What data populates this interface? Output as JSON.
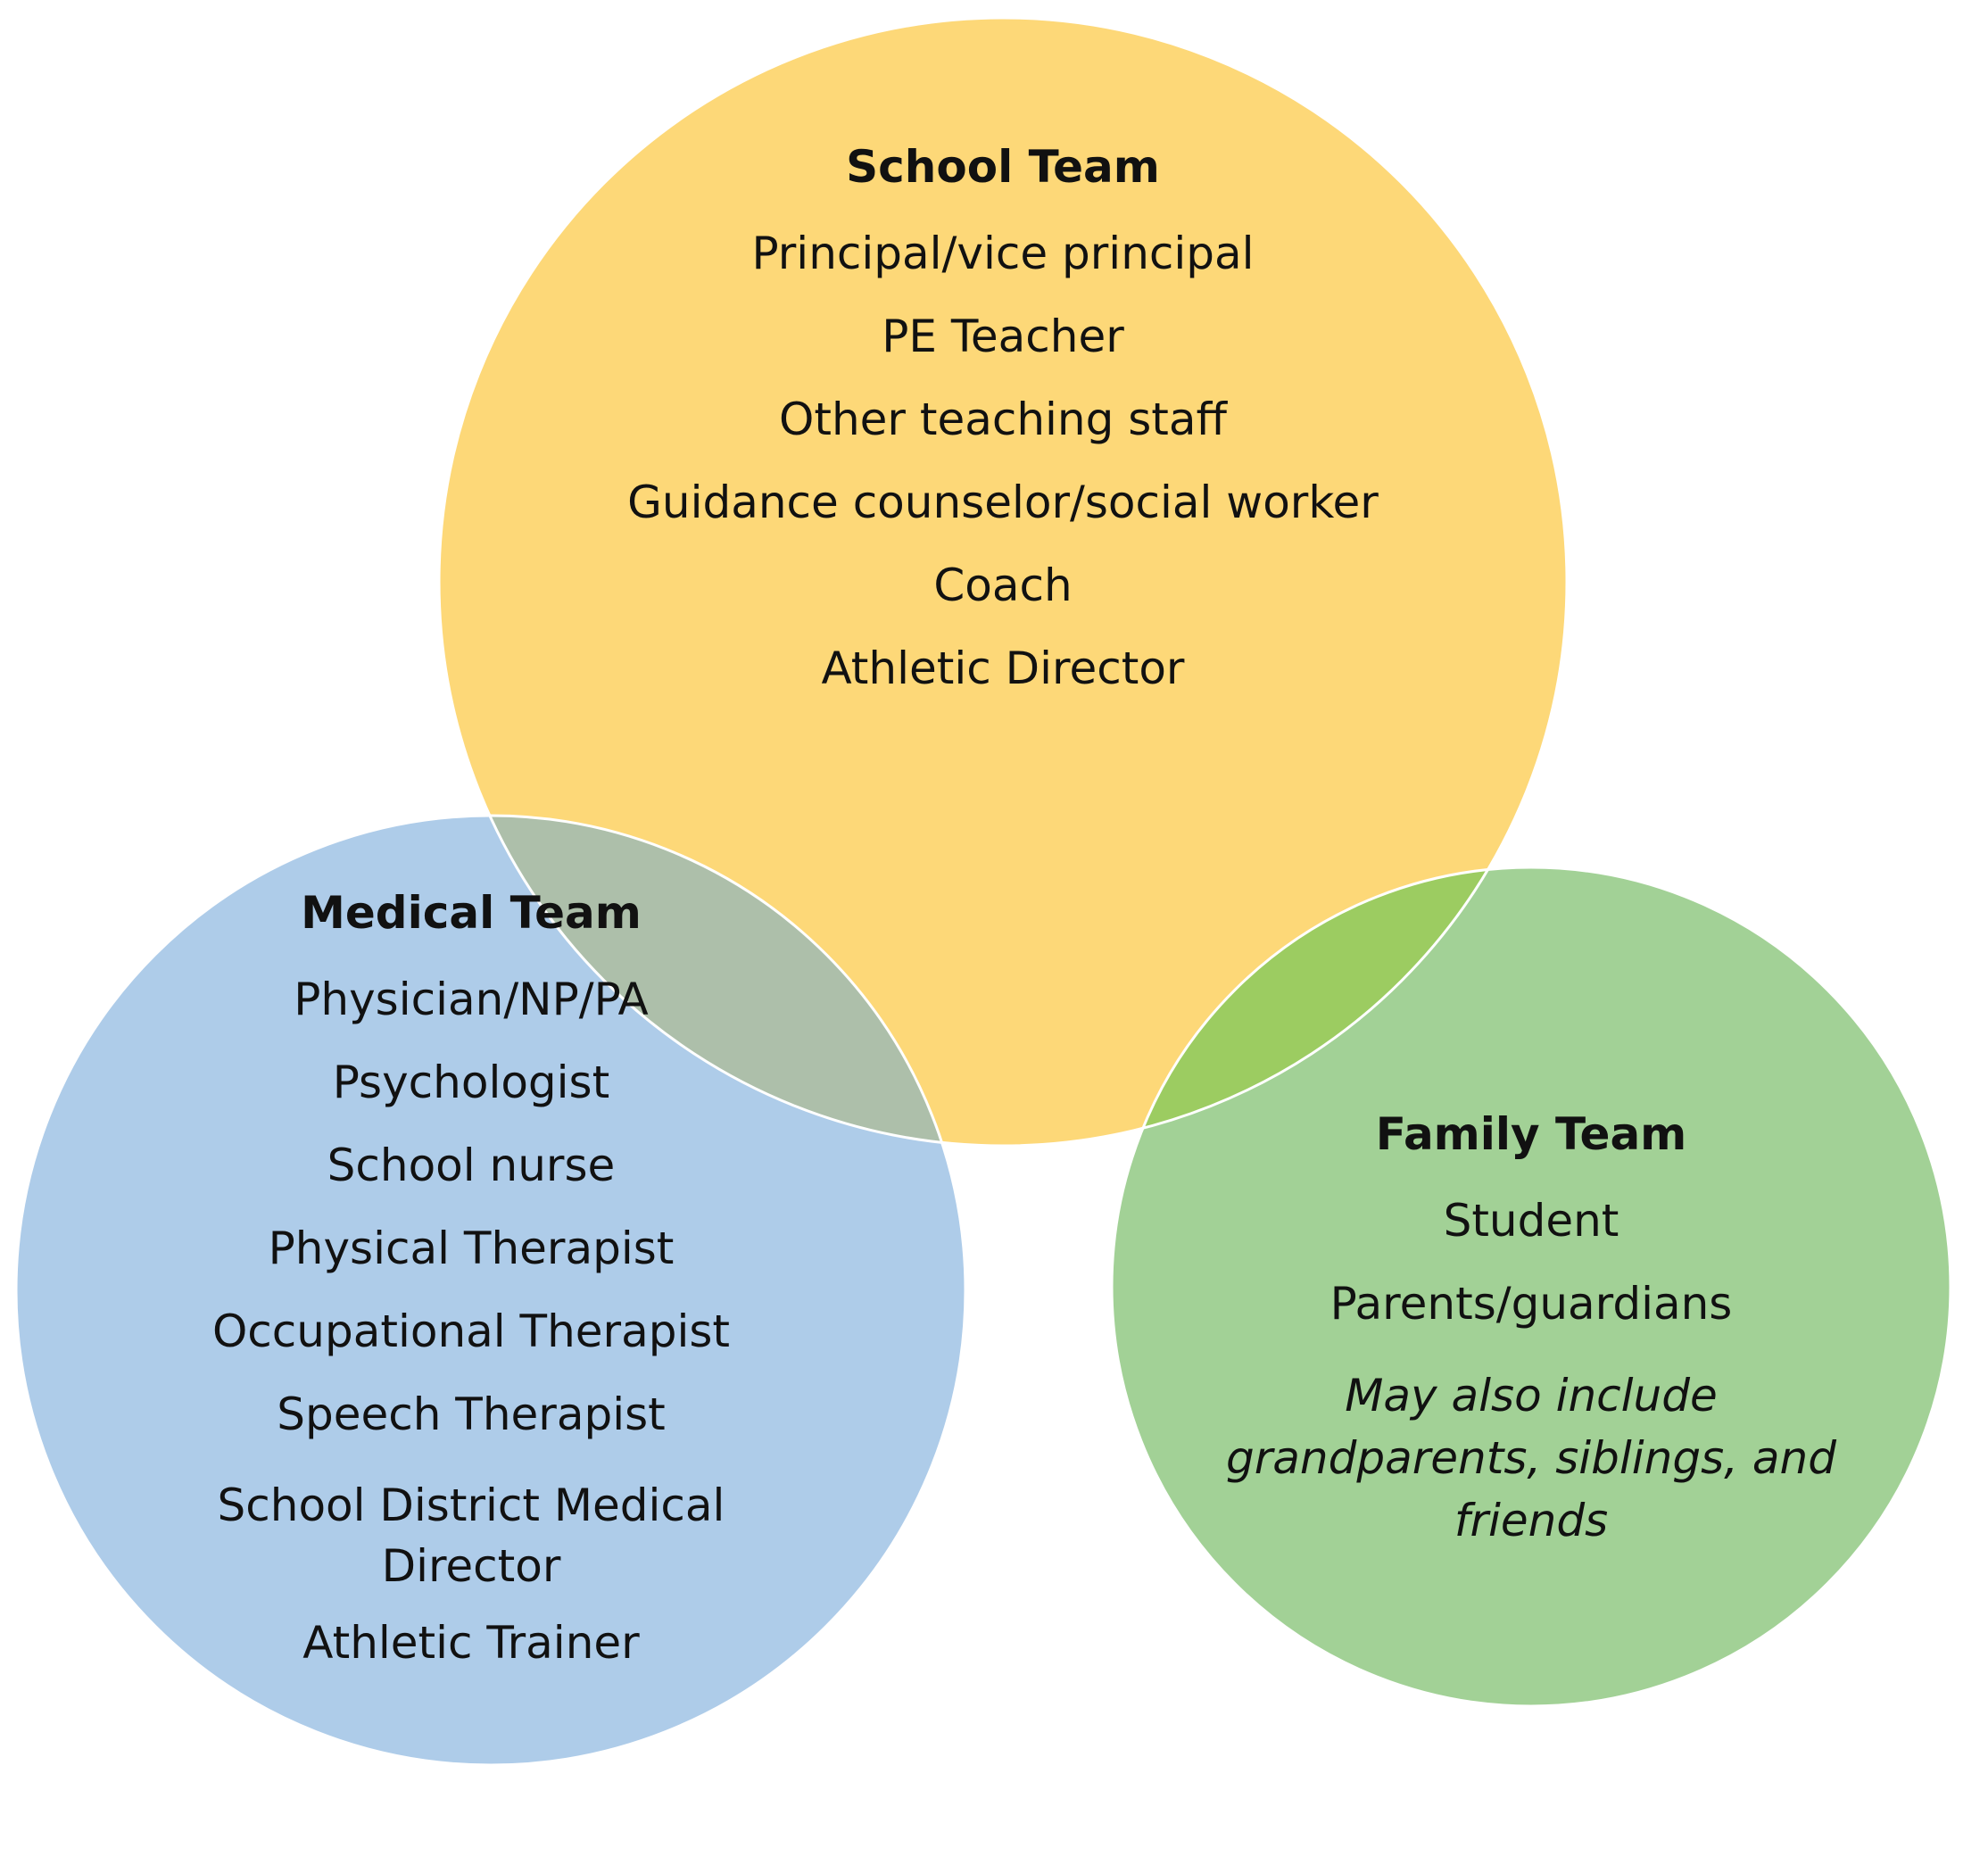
{
  "colors": {
    "school": "#fdd878",
    "medical": "#aecce9",
    "family": "#a2d196",
    "school_medical": "#adbfaa",
    "school_family": "#9ccc61",
    "medical_family": "#7bc5b8",
    "all_three": "#7bbf9d",
    "outline": "#ffffff"
  },
  "school_team": {
    "title": "School Team",
    "members": [
      "Principal/vice principal",
      "PE Teacher",
      "Other teaching staff",
      "Guidance counselor/social worker",
      "Coach",
      "Athletic Director"
    ]
  },
  "medical_team": {
    "title": "Medical Team",
    "members": [
      "Physician/NP/PA",
      "Psychologist",
      "School nurse",
      "Physical Therapist",
      "Occupational Therapist",
      "Speech Therapist",
      "School District Medical Director",
      "Athletic Trainer"
    ]
  },
  "family_team": {
    "title": "Family Team",
    "members": [
      "Student",
      "Parents/guardians"
    ],
    "note": "May also include grandparents, siblings, and friends"
  }
}
